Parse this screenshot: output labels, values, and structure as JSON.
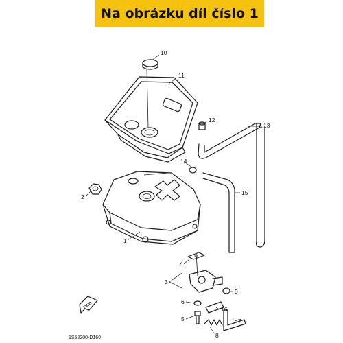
{
  "banner": {
    "text": "Na obrázku díl číslo 1"
  },
  "diagram": {
    "parts": [
      {
        "number": "1"
      },
      {
        "number": "2"
      },
      {
        "number": "3"
      },
      {
        "number": "4"
      },
      {
        "number": "5"
      },
      {
        "number": "6"
      },
      {
        "number": "7"
      },
      {
        "number": "8"
      },
      {
        "number": "9"
      },
      {
        "number": "10"
      },
      {
        "number": "11"
      },
      {
        "number": "12"
      },
      {
        "number": "13"
      },
      {
        "number": "14"
      },
      {
        "number": "15"
      },
      {
        "number": "16"
      }
    ],
    "fwd_label": "FWD",
    "drawing_code": "1S52200-D160"
  },
  "colors": {
    "banner": "#f5c20f",
    "ink": "#1a1a1a"
  }
}
